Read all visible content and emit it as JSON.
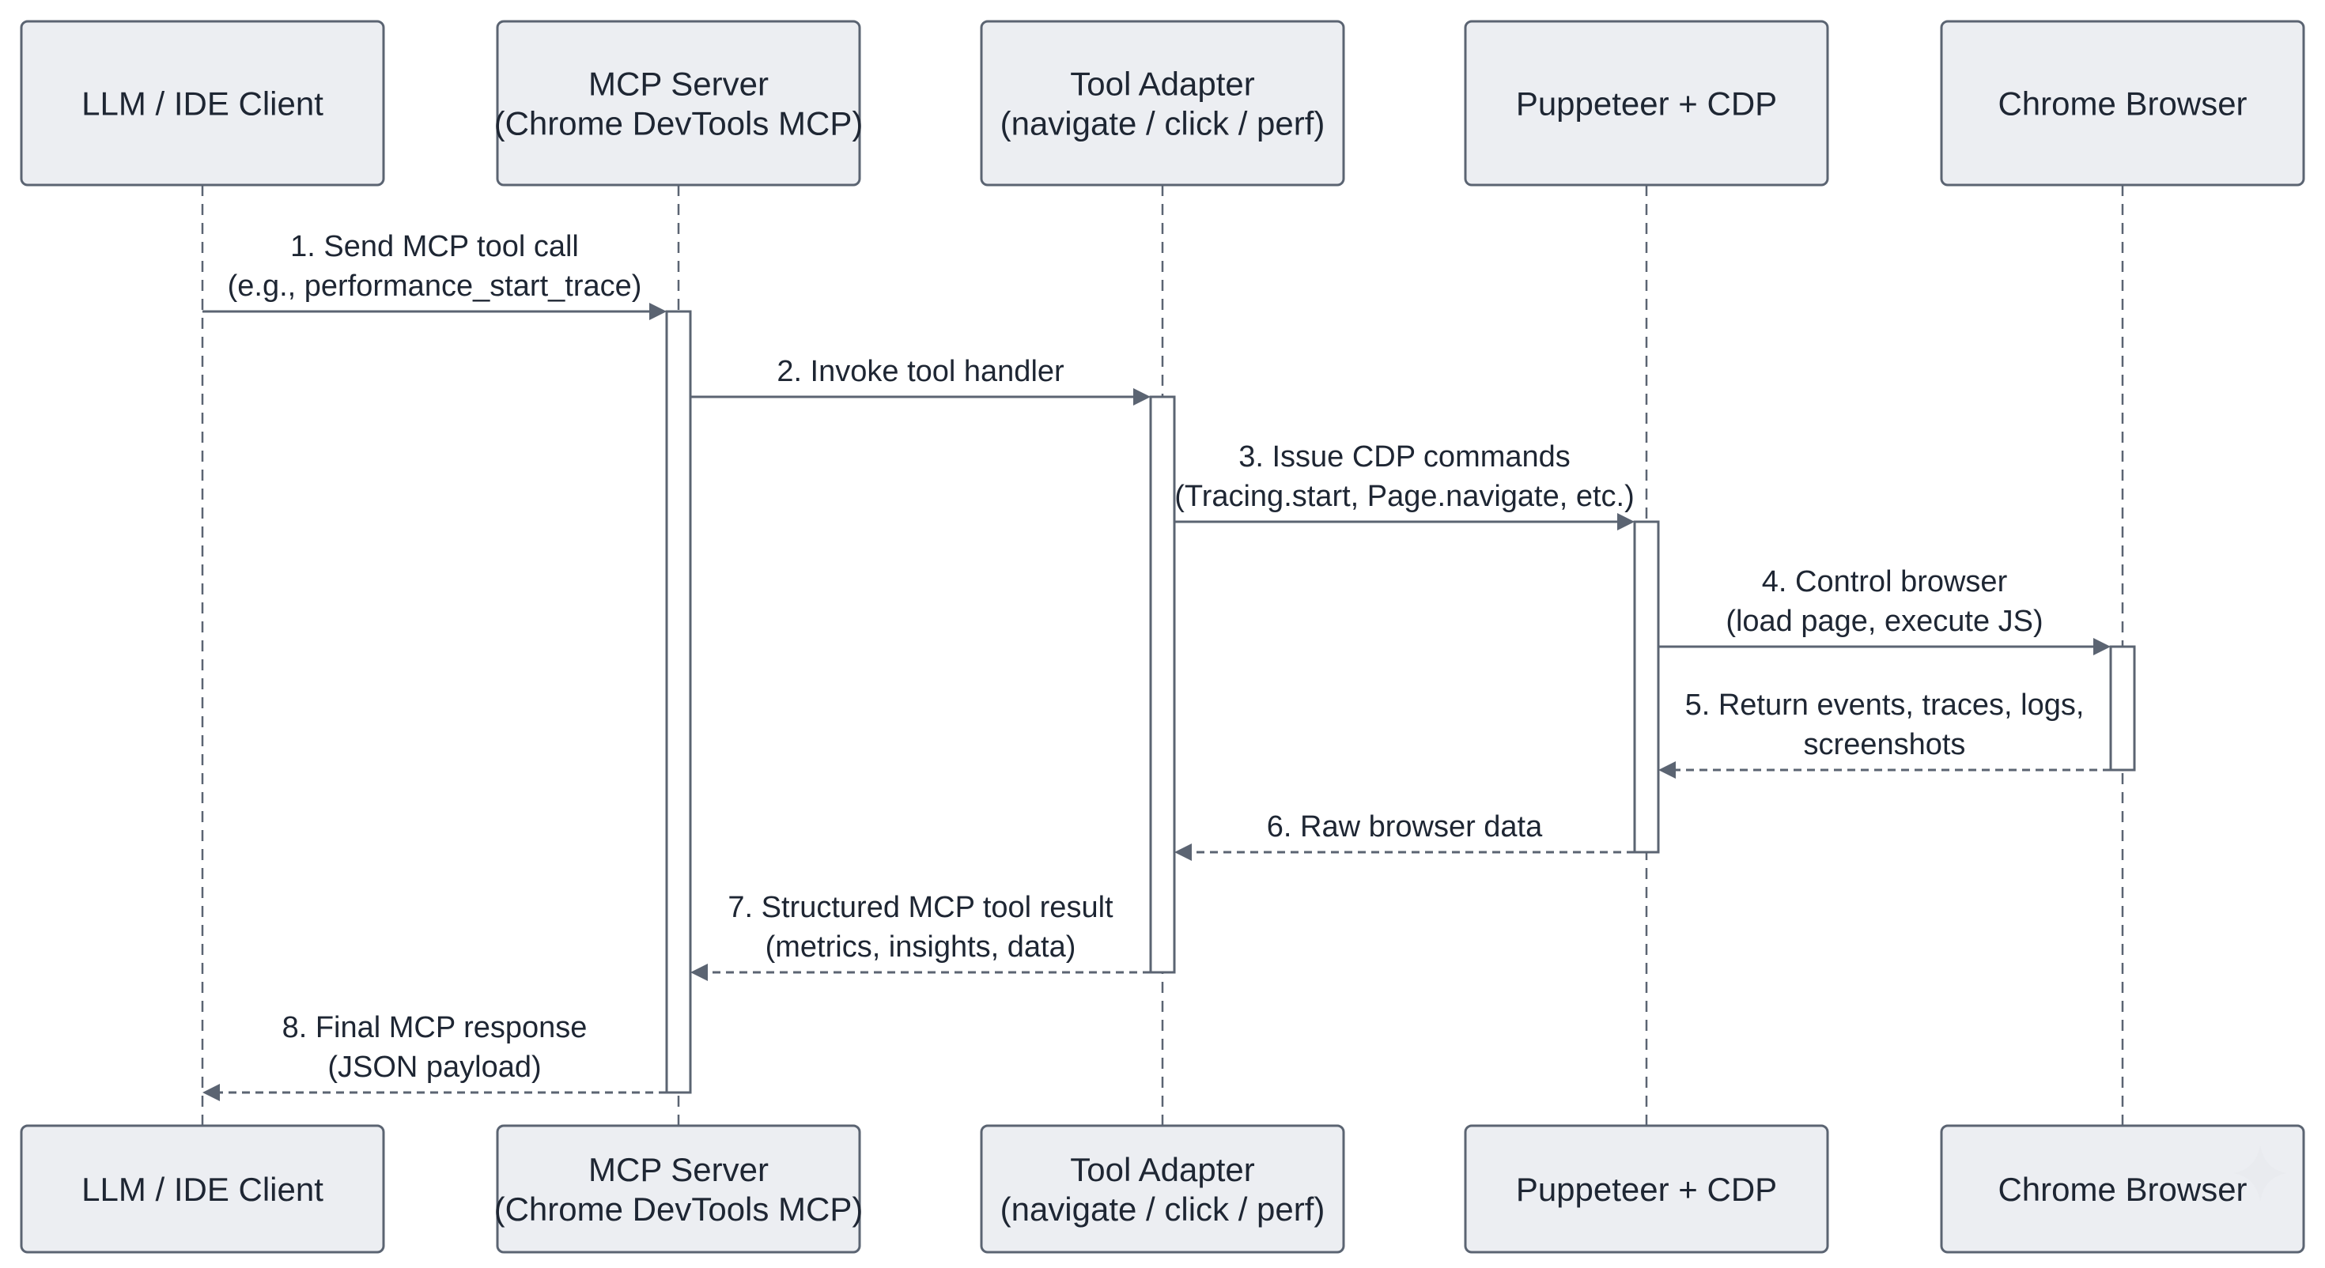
{
  "participants": [
    {
      "id": "client",
      "lines": [
        "LLM / IDE Client"
      ]
    },
    {
      "id": "server",
      "lines": [
        "MCP Server",
        "(Chrome DevTools MCP)"
      ]
    },
    {
      "id": "adapter",
      "lines": [
        "Tool Adapter",
        "(navigate / click / perf)"
      ]
    },
    {
      "id": "cdp",
      "lines": [
        "Puppeteer + CDP"
      ]
    },
    {
      "id": "browser",
      "lines": [
        "Chrome Browser"
      ]
    }
  ],
  "messages": [
    {
      "from": 0,
      "to": 1,
      "kind": "call",
      "lines": [
        "1. Send MCP tool call",
        "(e.g., performance_start_trace)"
      ]
    },
    {
      "from": 1,
      "to": 2,
      "kind": "call",
      "lines": [
        "2. Invoke tool handler"
      ]
    },
    {
      "from": 2,
      "to": 3,
      "kind": "call",
      "lines": [
        "3. Issue CDP commands",
        "(Tracing.start, Page.navigate, etc.)"
      ]
    },
    {
      "from": 3,
      "to": 4,
      "kind": "call",
      "lines": [
        "4. Control browser",
        "(load page, execute JS)"
      ]
    },
    {
      "from": 4,
      "to": 3,
      "kind": "reply",
      "lines": [
        "5. Return events, traces, logs,",
        "screenshots"
      ]
    },
    {
      "from": 3,
      "to": 2,
      "kind": "reply",
      "lines": [
        "6. Raw browser data"
      ]
    },
    {
      "from": 2,
      "to": 1,
      "kind": "reply",
      "lines": [
        "7. Structured MCP tool result",
        "(metrics, insights, data)"
      ]
    },
    {
      "from": 1,
      "to": 0,
      "kind": "reply",
      "lines": [
        "8. Final MCP response",
        "(JSON payload)"
      ]
    }
  ],
  "colors": {
    "line": "#5b6472",
    "box_fill": "#eceef2",
    "text": "#1e2633",
    "background": "#ffffff"
  }
}
